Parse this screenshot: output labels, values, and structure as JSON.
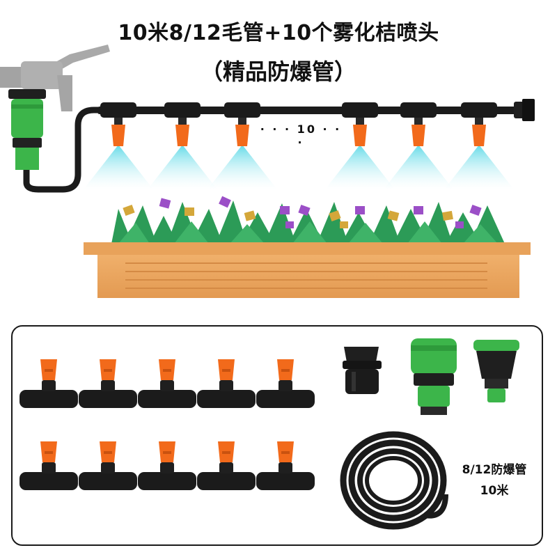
{
  "title": "10米8/12毛管+10个雾化桔喷头",
  "subtitle": "（精品防爆管）",
  "scene": {
    "dots_label": "· · · 10 · · ·",
    "nozzle_count": 6
  },
  "kit": {
    "nozzle_rows": 2,
    "nozzles_per_row": 5,
    "hose_spec": "8/12防爆管",
    "hose_length": "10米"
  },
  "colors": {
    "nozzle_orange": "#f26a1b",
    "connector_green": "#3cb54a",
    "tube_black": "#1b1b1b",
    "mist_cyan": "#5ad8e6",
    "planter_wood": "#e9a35e",
    "border": "#1a1a1a"
  },
  "icons": {
    "faucet": "faucet-icon",
    "quick-connector": "quick-connector-icon",
    "mist-nozzle": "mist-nozzle-icon",
    "end-plug": "end-plug-icon",
    "faucet-adapter": "faucet-adapter-icon",
    "coiled-hose": "coiled-hose-icon"
  }
}
